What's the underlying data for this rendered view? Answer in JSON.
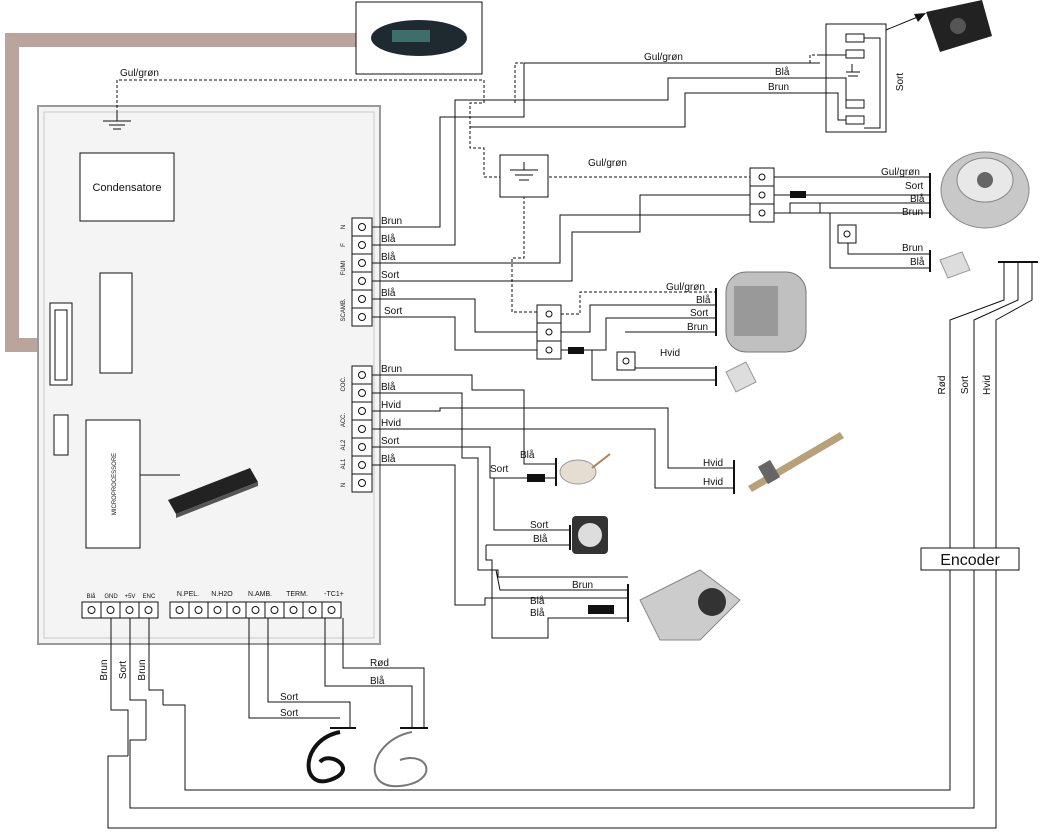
{
  "board": {
    "condenser_label": "Condensatore",
    "microprocessor_label": "MICROPROCESSORE"
  },
  "left_terminals": [
    "N",
    "F",
    "FUMI",
    "SCAMB.",
    "COC.",
    "ACC.",
    "AL2",
    "AL1",
    "N"
  ],
  "bottom_terminals": {
    "group1": [
      "Blå",
      "GND",
      "+5V",
      "ENC"
    ],
    "group2": [
      "N.PEL.",
      "N.H2O",
      "N.AMB.",
      "TERM.",
      "-TC1+"
    ]
  },
  "wire_labels": {
    "top_gul_gron": "Gul/grøn",
    "top_right_gul_gron": "Gul/grøn",
    "top_right_bla": "Blå",
    "top_right_brun": "Brun",
    "top_right_sort": "Sort",
    "mid_gul_gron": "Gul/grøn",
    "n_brun": "Brun",
    "f_bla": "Blå",
    "fumi_bla": "Blå",
    "fumi_sort": "Sort",
    "scamb_bla": "Blå",
    "scamb_sort": "Sort",
    "fan_gul_gron": "Gul/grøn",
    "fan_sort": "Sort",
    "fan_bla": "Blå",
    "fan_brun": "Brun",
    "fan_brun2": "Brun",
    "fan_bla2": "Blå",
    "blower_gul_gron": "Gul/grøn",
    "blower_bla": "Blå",
    "blower_sort": "Sort",
    "blower_brun": "Brun",
    "blower_hvid": "Hvid",
    "coc_brun": "Brun",
    "coc_bla": "Blå",
    "acc_hvid1": "Hvid",
    "acc_hvid2": "Hvid",
    "al2_sort": "Sort",
    "al1_bla": "Blå",
    "ign_hvid1": "Hvid",
    "ign_hvid2": "Hvid",
    "therm_bla": "Blå",
    "therm_sort": "Sort",
    "press_sort": "Sort",
    "press_bla": "Blå",
    "motor_brun": "Brun",
    "motor_bla1": "Blå",
    "motor_bla2": "Blå",
    "enc_rod": "Rød",
    "enc_sort": "Sort",
    "enc_hvid": "Hvid",
    "bot_brun1": "Brun",
    "bot_sort": "Sort",
    "bot_brun2": "Brun",
    "tc_rod": "Rød",
    "tc_bla": "Blå",
    "amb_sort1": "Sort",
    "amb_sort2": "Sort"
  },
  "encoder_label": "Encoder"
}
